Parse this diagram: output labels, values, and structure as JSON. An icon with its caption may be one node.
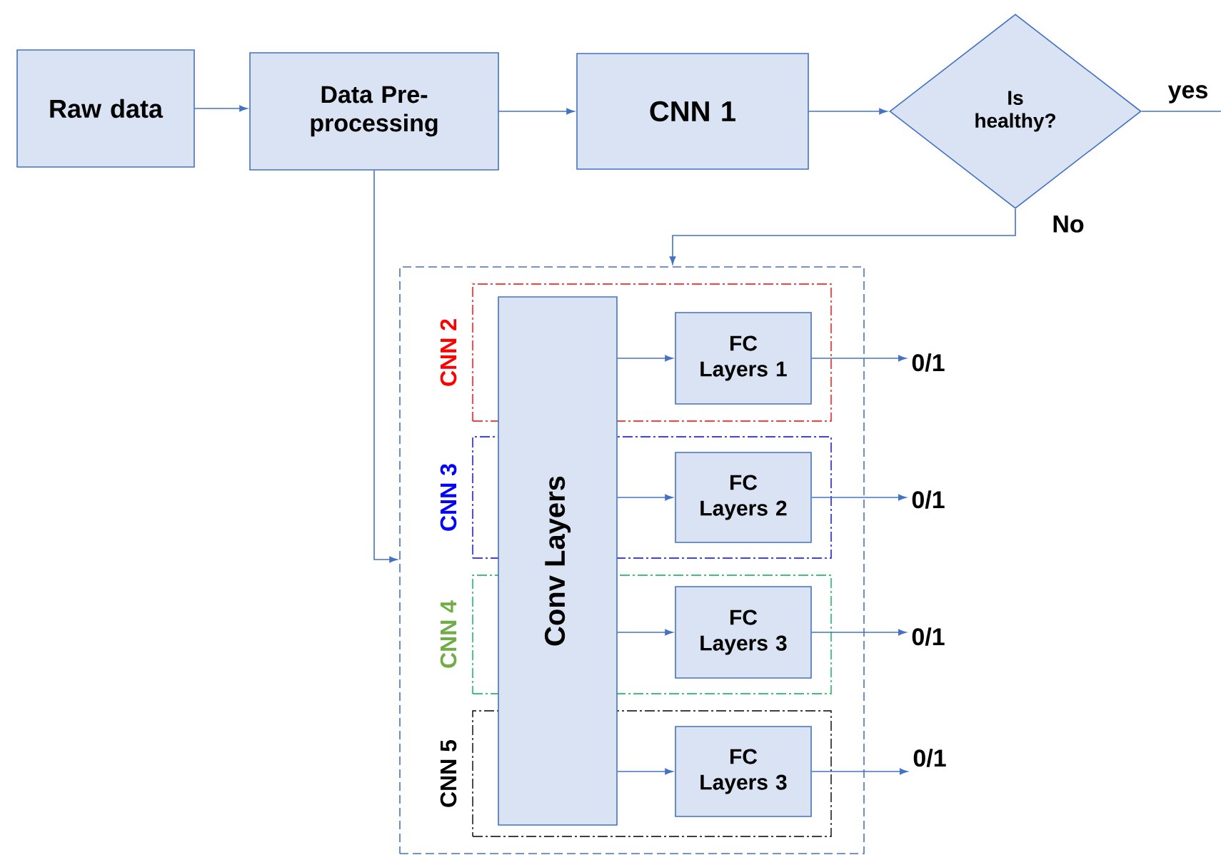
{
  "diagram": {
    "nodes": [
      {
        "text": [
          "Raw data"
        ]
      },
      {
        "text": [
          "Data Pre-processing"
        ]
      },
      {
        "text": [
          "CNN 1"
        ]
      },
      {
        "text": [
          "Is healthy?"
        ]
      },
      {
        "text": [],
        "shape": "box"
      },
      {
        "text": [
          "CNN 2"
        ],
        "in": 4
      },
      {
        "text": [
          "CNN 3"
        ],
        "in": 4
      },
      {
        "text": [
          "CNN 4"
        ],
        "in": 4
      },
      {
        "text": [
          "CNN 5"
        ],
        "in": 4
      },
      {
        "text": [
          "Conv Layers"
        ],
        "in": 4
      },
      {
        "text": [
          "FC Layers 1"
        ],
        "in": 5
      },
      {
        "text": [
          "FC Layers 2"
        ],
        "in": 6
      },
      {
        "text": [
          "FC Layers 3"
        ],
        "in": 7
      },
      {
        "text": [
          "FC Layers 3"
        ],
        "in": 8
      },
      {
        "text": [
          "0/1"
        ]
      },
      {
        "text": [
          "0/1"
        ]
      },
      {
        "text": [
          "0/1"
        ]
      },
      {
        "text": [
          "0/1"
        ]
      }
    ],
    "edges": [
      {
        "from": 0,
        "to": 1,
        "arrow": "to"
      },
      {
        "from": 1,
        "to": 2,
        "arrow": "to"
      },
      {
        "from": 2,
        "to": 3,
        "arrow": "to"
      },
      {
        "from": 3,
        "to": null,
        "arrow": "none",
        "label": "yes"
      },
      {
        "from": 3,
        "to": 4,
        "arrow": "to",
        "label": "No"
      },
      {
        "from": 1,
        "to": 4,
        "arrow": "to"
      },
      {
        "from": 9,
        "to": 10,
        "arrow": "to"
      },
      {
        "from": 9,
        "to": 11,
        "arrow": "to"
      },
      {
        "from": 9,
        "to": 12,
        "arrow": "to"
      },
      {
        "from": 9,
        "to": 13,
        "arrow": "to"
      },
      {
        "from": 10,
        "to": 14,
        "arrow": "to"
      },
      {
        "from": 11,
        "to": 15,
        "arrow": "to"
      },
      {
        "from": 12,
        "to": 16,
        "arrow": "to"
      },
      {
        "from": 13,
        "to": 17,
        "arrow": "to"
      }
    ]
  }
}
